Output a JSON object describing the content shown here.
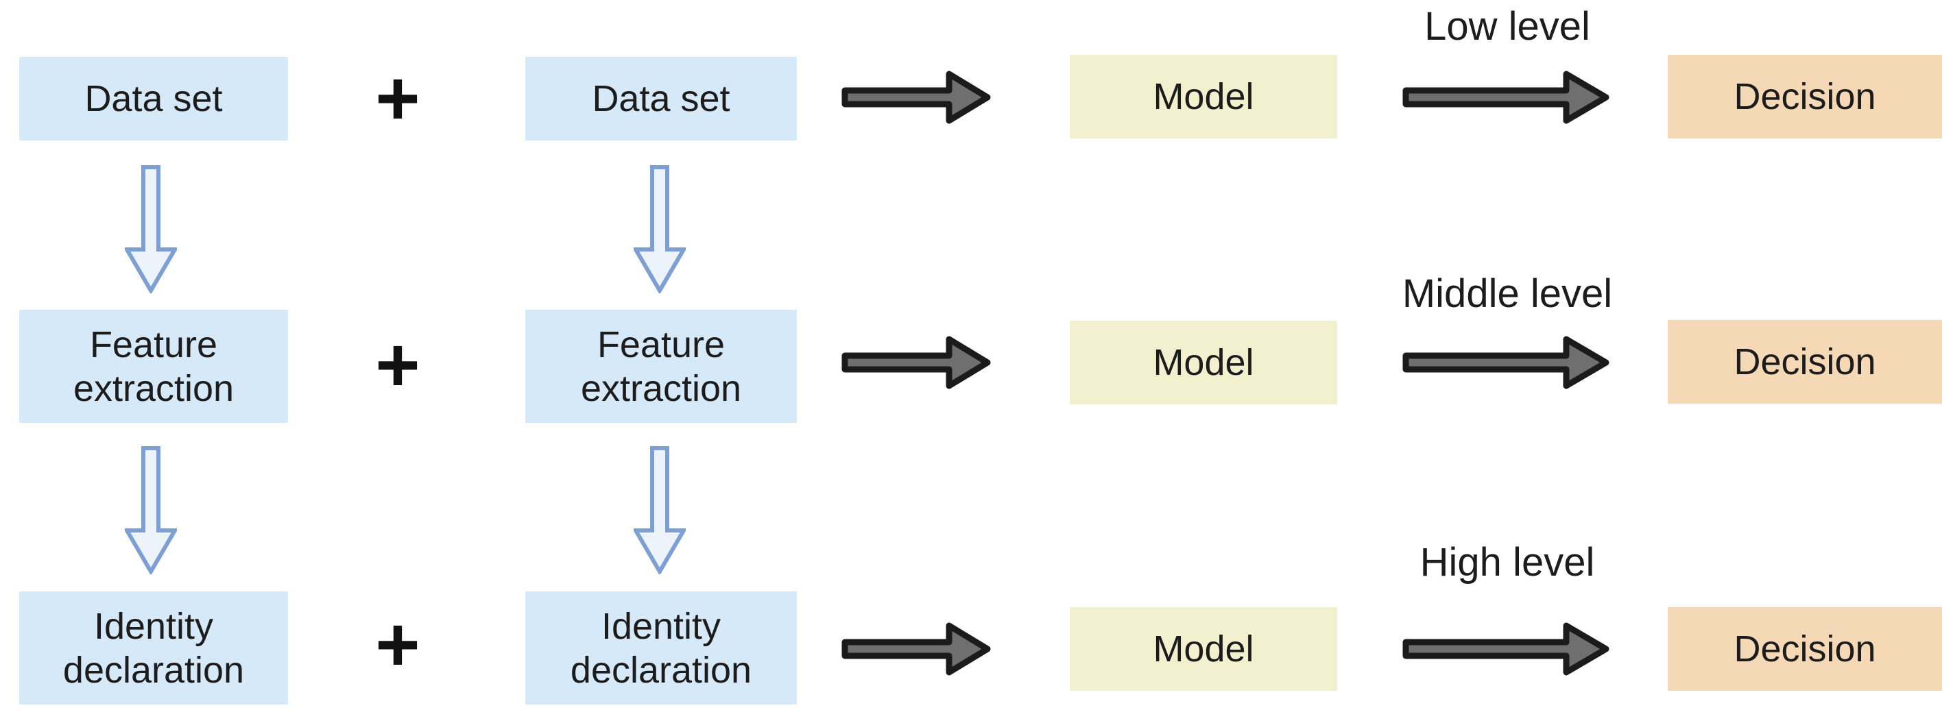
{
  "colors": {
    "blue_box": "#d6e9f8",
    "yellow_box": "#f2f0cf",
    "orange_box": "#f5d8b5",
    "arrow_gray": "#6f6f6f",
    "arrow_outline": "#1b1b1b",
    "down_arrow_stroke": "#7d9fd3",
    "down_arrow_fill": "#ecf3fb",
    "text": "#1c1c1c",
    "background": "#ffffff"
  },
  "symbols": {
    "plus": "+"
  },
  "rows": [
    {
      "level_label": "Low level",
      "left_box": "Data set",
      "right_box": "Data set",
      "model_box": "Model",
      "decision_box": "Decision"
    },
    {
      "level_label": "Middle level",
      "left_box": "Feature extraction",
      "right_box": "Feature extraction",
      "model_box": "Model",
      "decision_box": "Decision"
    },
    {
      "level_label": "High level",
      "left_box": "Identity declaration",
      "right_box": "Identity declaration",
      "model_box": "Model",
      "decision_box": "Decision"
    }
  ]
}
